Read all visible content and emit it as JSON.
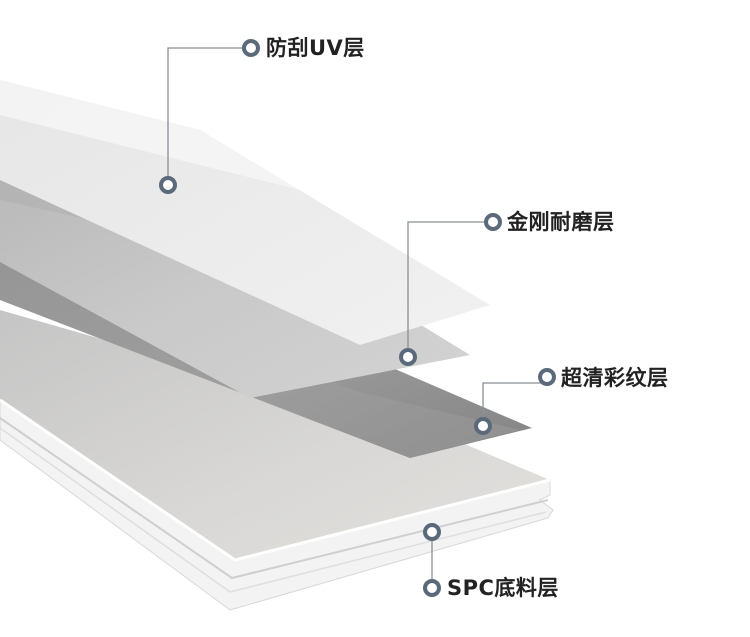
{
  "layers": [
    {
      "id": "uv",
      "label": "防刮UV层"
    },
    {
      "id": "wear",
      "label": "金刚耐磨层"
    },
    {
      "id": "decor",
      "label": "超清彩纹层"
    },
    {
      "id": "base",
      "label": "SPC底料层"
    }
  ],
  "colors": {
    "marker": "#5a6a7b",
    "leader": "#8a8f94",
    "label_text": "#222222"
  }
}
